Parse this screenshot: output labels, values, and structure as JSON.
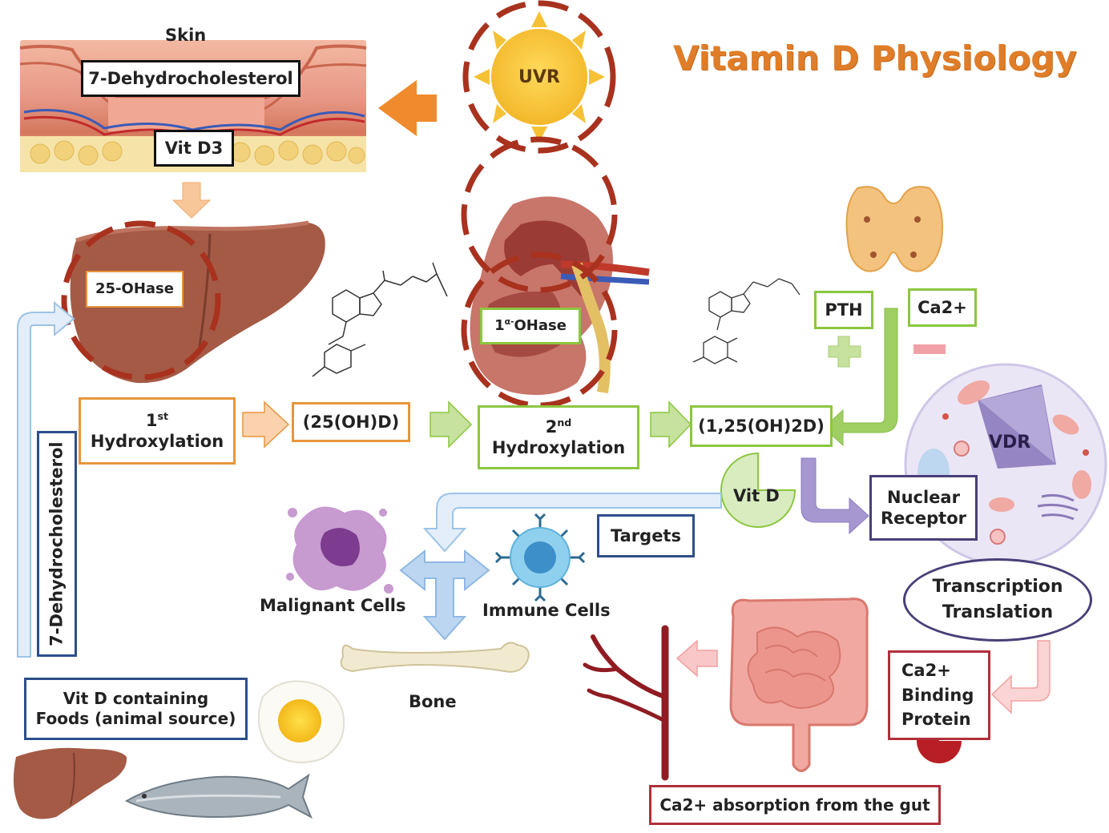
{
  "title": "Vitamin D Physiology",
  "labels": {
    "skin": "Skin",
    "seven_dhc": "7-Dehydrocholesterol",
    "vit_d3": "Vit D3",
    "uvr": "UVR",
    "twentyfive_ohase": "25-OHase",
    "first": "1",
    "first_sup": "st",
    "hydroxylation": "Hydroxylation",
    "twentyfive_ohd": "(25(OH)D)",
    "second": "2",
    "second_sup": "nd",
    "one_alpha_prefix": "1",
    "one_alpha_sup": "α-",
    "one_alpha_ohase": "OHase",
    "one25": "(1,25(OH)2D)",
    "pth": "PTH",
    "ca2_plus": "Ca2+",
    "vdr": "VDR",
    "nuclear": "Nuclear",
    "receptor": "Receptor",
    "vit_d": "Vit D",
    "targets": "Targets",
    "malignant_cells": "Malignant Cells",
    "immune_cells": "Immune Cells",
    "bone": "Bone",
    "transcription": "Transcription",
    "translation": "Translation",
    "ca2_binding_1": "Ca2+",
    "ca2_binding_2": "Binding",
    "ca2_binding_3": "Protein",
    "ca2_absorption": "Ca2+ absorption from the gut",
    "vertical_7dhc": "7-Dehydrocholesterol",
    "foods_1": "Vit D containing",
    "foods_2": "Foods (animal source)"
  },
  "colors": {
    "title": "#e07d28",
    "dashed_circle": "#a8321e",
    "orange_flow": "#e8963c",
    "green_flow": "#8cc63f",
    "blue_flow": "#9cc3e6",
    "purple_flow": "#8e7cc3",
    "pink_flow": "#f2a0a0",
    "sun": "#f6c235"
  },
  "icons": [
    "sun-icon",
    "skin-icon",
    "liver-icon",
    "kidney-icon",
    "thyroid-icon",
    "cell-icon",
    "malignant-cell-icon",
    "immune-cell-icon",
    "bone-icon",
    "intestine-icon",
    "blood-vessel-icon",
    "egg-icon",
    "fish-icon",
    "molecule-icon"
  ]
}
